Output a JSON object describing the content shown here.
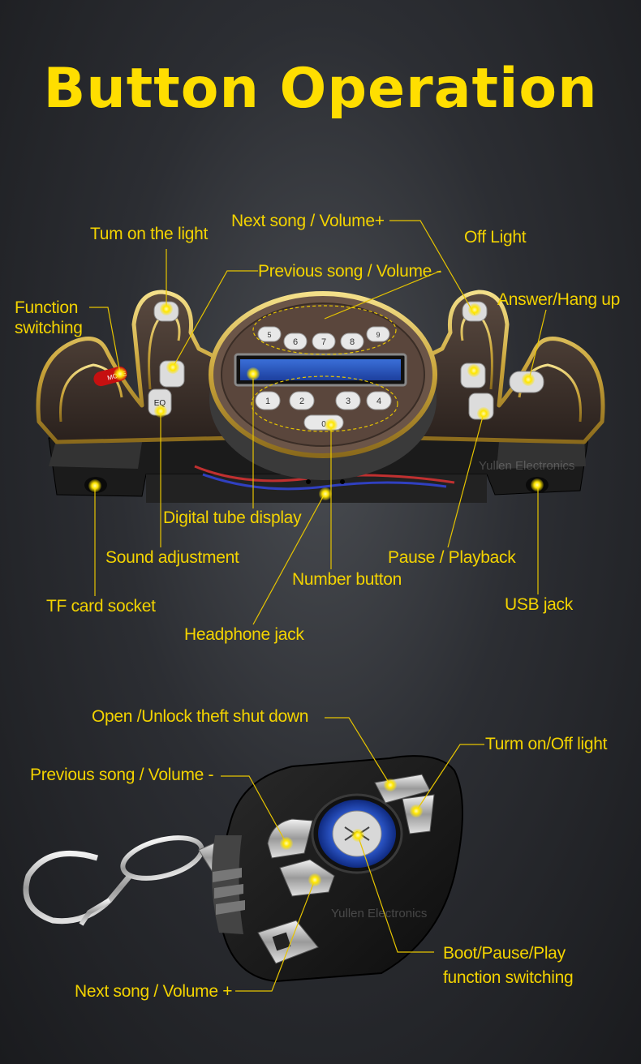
{
  "title": "Button Operation",
  "watermark": "Yullen Electronics",
  "accent_color": "#ffde00",
  "unit_labels": {
    "turn_on_light": "Tum on the light",
    "next_song_volume_up": "Next song / Volume+",
    "off_light": "Off  Light",
    "previous_song_volume_down": "Previous song / Volume -",
    "function_switching": "Function\nswitching",
    "answer_hang_up": "Answer/Hang up",
    "digital_tube_display": "Digital tube display",
    "sound_adjustment": "Sound adjustment",
    "pause_playback": "Pause / Playback",
    "number_button": "Number button",
    "tf_card_socket": "TF card socket",
    "usb_jack": "USB  jack",
    "headphone_jack": "Headphone jack"
  },
  "unit_buttons": {
    "top_row": [
      "5",
      "6",
      "7",
      "8",
      "9"
    ],
    "bottom_row": [
      "1",
      "2",
      "3",
      "4"
    ],
    "center": "0",
    "mode": "MODE",
    "eq": "EQ"
  },
  "remote_labels": {
    "open_unlock_theft_shut_down": "Open /Unlock theft  shut down",
    "turn_on_off_light": "Turm on/Off light",
    "previous_song_volume_down": "Previous song / Volume -",
    "boot_pause_play": "Boot/Pause/Play\nfunction switching",
    "next_song_volume_up": "Next song / Volume +"
  }
}
